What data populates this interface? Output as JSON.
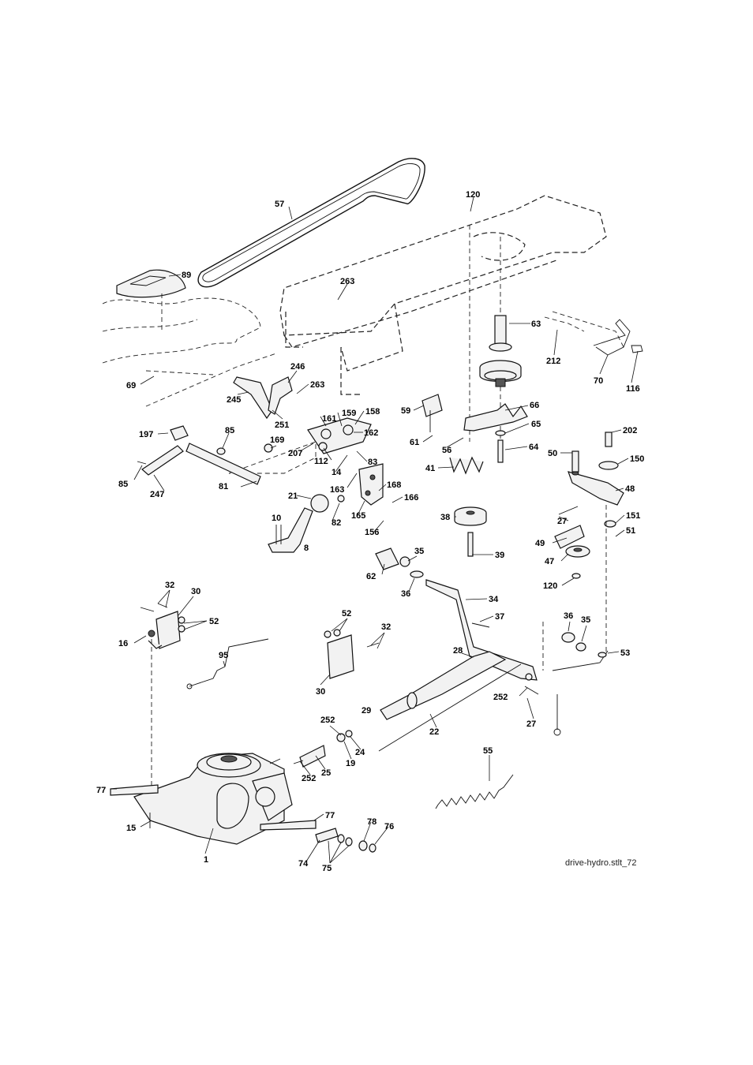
{
  "diagram": {
    "reference": "drive-hydro.stlt_72",
    "callouts": {
      "c1": "1",
      "c8": "8",
      "c10": "10",
      "c14": "14",
      "c15": "15",
      "c16": "16",
      "c19": "19",
      "c21": "21",
      "c22": "22",
      "c24": "24",
      "c25": "25",
      "c27a": "27",
      "c27b": "27",
      "c28": "28",
      "c29": "29",
      "c30a": "30",
      "c30b": "30",
      "c32a": "32",
      "c32b": "32",
      "c34": "34",
      "c35a": "35",
      "c35b": "35",
      "c36a": "36",
      "c36b": "36",
      "c37": "37",
      "c38": "38",
      "c39": "39",
      "c41": "41",
      "c47": "47",
      "c48": "48",
      "c49": "49",
      "c50": "50",
      "c51": "51",
      "c52a": "52",
      "c52b": "52",
      "c53": "53",
      "c55": "55",
      "c56": "56",
      "c57": "57",
      "c59": "59",
      "c61": "61",
      "c62": "62",
      "c63": "63",
      "c64": "64",
      "c65": "65",
      "c66": "66",
      "c69": "69",
      "c70": "70",
      "c74": "74",
      "c75": "75",
      "c76": "76",
      "c77a": "77",
      "c77b": "77",
      "c78": "78",
      "c81": "81",
      "c82": "82",
      "c83": "83",
      "c85a": "85",
      "c85b": "85",
      "c89": "89",
      "c95": "95",
      "c112": "112",
      "c116": "116",
      "c120a": "120",
      "c120b": "120",
      "c150": "150",
      "c151": "151",
      "c156": "156",
      "c158": "158",
      "c159": "159",
      "c161": "161",
      "c162": "162",
      "c163": "163",
      "c165": "165",
      "c166": "166",
      "c168": "168",
      "c169": "169",
      "c197": "197",
      "c202": "202",
      "c207": "207",
      "c212": "212",
      "c245": "245",
      "c246": "246",
      "c247": "247",
      "c251": "251",
      "c252a": "252",
      "c252b": "252",
      "c252c": "252",
      "c263a": "263",
      "c263b": "263"
    }
  }
}
